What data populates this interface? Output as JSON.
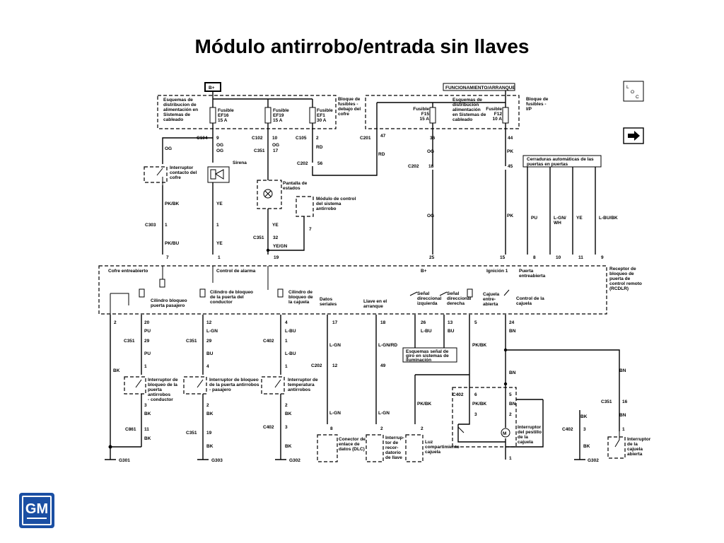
{
  "title": "Módulo antirrobo/entrada sin llaves",
  "logo": {
    "text": "GM"
  },
  "icons": {
    "loc": "LOC",
    "arrow": "arrow-right-icon"
  },
  "top_boxes": {
    "bplus": "B+",
    "run_crank": "FUNCIONAMIENTO/ARRANQUE"
  },
  "blocks": {
    "left_note": [
      "Esquemas de",
      "distribucion de",
      "alimentación en",
      "Sistemas de",
      "cableado"
    ],
    "underhood": [
      "Bloque de",
      "fusibles -",
      "debajo del",
      "cofre"
    ],
    "right_note": [
      "Esquemas de",
      "distribucion",
      "alimentación",
      "en Sistemas de",
      "cableado"
    ],
    "ip_block": [
      "Bloque de",
      "fusibles -",
      "I/P"
    ],
    "door_locks": [
      "Cerraduras automáticas de las",
      "puertas en puertas"
    ],
    "rcdlr": [
      "Receptor de",
      "bloqueo de",
      "puerta de",
      "control remoto",
      "(RCDLR)"
    ]
  },
  "fuses": [
    {
      "name": "Fusible",
      "id": "EF16",
      "amp": "15 A",
      "conn": "C104",
      "pin": "9"
    },
    {
      "name": "Fusible",
      "id": "EF19",
      "amp": "15 A",
      "conn": "C102",
      "pin": "10"
    },
    {
      "name": "Fusible",
      "id": "EF1",
      "amp": "30 A",
      "conn": "C105",
      "pin": "2"
    },
    {
      "name": "Fusible",
      "id": "F15",
      "amp": "15 A",
      "conn": "",
      "pin": "36"
    },
    {
      "name": "Fusible",
      "id": "F12",
      "amp": "10 A",
      "conn": "",
      "pin": "44"
    }
  ],
  "labels": {
    "c201": "C201",
    "c201_pin": "47",
    "rd": "RD",
    "rd2": "RD",
    "c202": "C202",
    "c202_pin1": "56",
    "c202_pin2": "18",
    "c202_pin3": "45",
    "c351": "C351",
    "c351_pin": "17",
    "og": "OG",
    "pk": "PK",
    "sirena": "Sirena",
    "hood_switch": [
      "Interruptor",
      "contacto del",
      "cofre"
    ],
    "status_screen": [
      "Pantalla de",
      "estados"
    ],
    "theft_module": [
      "Módulo de control",
      "del sistema",
      "antirrobo"
    ],
    "pkbk": "PK/BK",
    "ye": "YE",
    "c303": "C303",
    "pkbu": "PK/BU",
    "c351b": "C351",
    "c351b_pin": "32",
    "yegn": "YE/GN",
    "pu": "PU",
    "lgnwh": "L-GN/ WH",
    "ye2": "YE",
    "lbubk": "L-BU/BK",
    "pins_row": [
      "7",
      "1",
      "19",
      "25",
      "15",
      "8",
      "10",
      "11",
      "9"
    ],
    "cofre_entreabierto": "Cofre entreabierto",
    "control_alarma": "Control de alarma",
    "bplus_small": "B+",
    "ignicion": "Ignición 1",
    "puerta_entreabierta": [
      "Puerta",
      "entreabierta"
    ],
    "cil_pasajero": [
      "Cilindro bloqueo",
      "puerta pasajero"
    ],
    "cil_conductor": [
      "Cilindro de bloqueo",
      "de la puerta del",
      "conductor"
    ],
    "cil_cajuela": [
      "Cilindro de",
      "bloqueo de",
      "la cajuela"
    ],
    "datos_seriales": [
      "Datos",
      "seriales"
    ],
    "llave_arranque": [
      "Llave en el",
      "arranque"
    ],
    "senal_izq": [
      "Señal",
      "direccional",
      "izquierda"
    ],
    "senal_der": [
      "Señal",
      "direccional",
      "derecha"
    ],
    "cajuela_entre": [
      "Cajuela",
      "entre-",
      "abierta"
    ],
    "control_cajuela": [
      "Control de la",
      "cajuela"
    ],
    "bottom_pins": [
      "2",
      "20",
      "12",
      "4",
      "17",
      "18",
      "26",
      "13",
      "5",
      "24"
    ],
    "wire_pu": "PU",
    "wire_lgn": "L-GN",
    "wire_lbu": "L-BU",
    "wire_lbu2": "L-BU",
    "wire_bu": "BU",
    "wire_bn": "BN",
    "wire_pkbk": "PK/BK",
    "c351_29a": "C351",
    "pin29a": "29",
    "c351_29b": "C351",
    "pin29b": "29",
    "c402a": "C402",
    "pin1a": "1",
    "wire_lgn2": "L-GN",
    "wire_lgnrd": "L-GN/RD",
    "c202b": "C202",
    "pin12": "12",
    "pin49": "49",
    "turn_note": [
      "Esquemas señal de",
      "giro en sistemas de",
      "iluminación"
    ],
    "bk": "BK",
    "sw_driver": [
      "Interruptor de",
      "bloqueo de la",
      "puerta",
      "antirrobos",
      "- conductor"
    ],
    "sw_pass": [
      "Interruptor de bloqueo",
      "de la puerta antirrobos",
      "- pasajero"
    ],
    "sw_temp": [
      "Interruptor de",
      "temperatura",
      "antirrobos"
    ],
    "pin1b": "1",
    "pin4": "4",
    "pin1c": "1",
    "pin3a": "3",
    "pin2a": "2",
    "pin2b": "2",
    "c861": "C861",
    "pin11": "11",
    "c351c": "C351",
    "pin19": "19",
    "c402b": "C402",
    "pin3b": "3",
    "pin8": "8",
    "pin2c": "2",
    "pin2d": "2",
    "dlc": [
      "Conector de",
      "enlace de",
      "datos (DLC)"
    ],
    "ign_switch": [
      "Interrup-",
      "tor de",
      "recor-",
      "datorio",
      "de llave"
    ],
    "trunk_light": [
      "Luz",
      "compartimiento",
      "cajuela"
    ],
    "c402c": "C402",
    "pin6": "6",
    "pin5": "5",
    "pin3c": "3",
    "pin2e": "2",
    "latch_switch": [
      "Interruptor",
      "del pestillo",
      "de la",
      "cajuela"
    ],
    "c402d": "C402",
    "pin3d": "3",
    "c351d": "C351",
    "pin16": "16",
    "pin1d": "1",
    "trunk_ajar_sw": [
      "Interruptor",
      "de la",
      "cajuela",
      "abierta"
    ],
    "pin1e": "1",
    "g301": "G301",
    "g303": "G303",
    "g302a": "G302",
    "g302b": "G302"
  }
}
